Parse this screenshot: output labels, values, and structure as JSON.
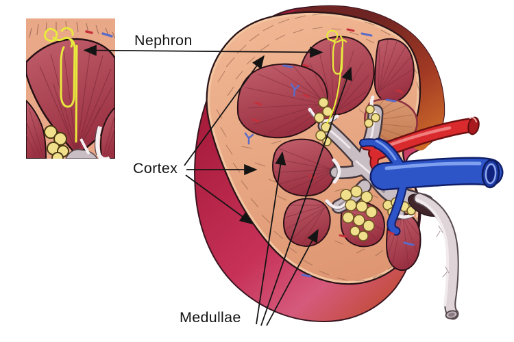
{
  "figure": {
    "background": "#FFFFFF",
    "labels": {
      "nephron": "Nephron",
      "cortex": "Cortex",
      "medullae": "Medullae"
    },
    "colors": {
      "cortex_fill": "#E8A683",
      "medulla_fill": "#A83848",
      "kidney_outer": "#C22950",
      "renal_pelvis": "#C9BEC4",
      "renal_artery": "#D92B2E",
      "renal_vein": "#2E55C8",
      "perirenal_fat": "#F0E08C",
      "nephron_outline": "#E8E93E",
      "ureter": "#DFD5D9",
      "annotation": "#141414"
    }
  }
}
